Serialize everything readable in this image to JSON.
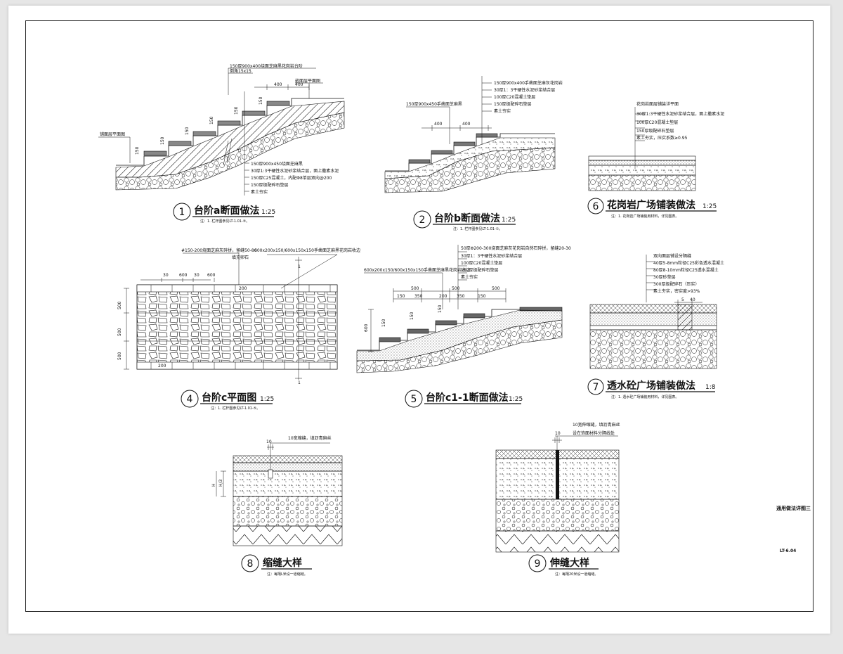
{
  "sheet": {
    "title": "通用做法详图三",
    "code": "LT-6.04"
  },
  "details": [
    {
      "num": "1",
      "title": "台阶a断面做法",
      "scale": "1:25",
      "note": "注：1. 栏杆图参见LT-1.01-⑤。",
      "labels": [
        "150厚900x400烧面芝麻黑花岗岩台阶",
        "倒角15x15",
        "嵌面层平面图",
        "150厚900x450烧面芝麻黑",
        "30厚1:3干硬性水泥砂浆结合层，面上撒素水泥",
        "150厚C25混凝土，内配Φ8单层双向@200",
        "150厚级配碎石垫层",
        "素土夯实",
        "铺面层平面图"
      ],
      "dims": [
        "400",
        "400",
        "150",
        "150",
        "150",
        "150",
        "150",
        "150"
      ]
    },
    {
      "num": "2",
      "title": "台阶b断面做法",
      "scale": "1:25",
      "note": "注：1. 栏杆图参见LT-1.01-①。",
      "labels": [
        "150厚900x400手凿面芝麻灰花岗岩",
        "30厚1：3干硬性水泥砂浆结合层",
        "100厚C20混凝土垫层",
        "150厚级配碎石垫层",
        "素土夯实",
        "150厚900x450手凿面芝麻黑"
      ],
      "dims": [
        "400",
        "400"
      ]
    },
    {
      "num": "6",
      "title": "花岗岩广场铺装做法",
      "scale": "1:25",
      "note": "注：1. 花岗岩广场铺装用材料，详见图表。",
      "labels": [
        "花岗岩面层铺装详平面",
        "30厚1:3干硬性水泥砂浆结合层，面上撒素水泥",
        "100厚C20混凝土垫层",
        "150厚级配碎石垫层",
        "素土夯实，压实系数≥0.95"
      ]
    },
    {
      "num": "4",
      "title": "台阶c平面图",
      "scale": "1:25",
      "note": "注：1. 栏杆图参见LT-1.01-⑤。",
      "labels": [
        "#150-200烧面芝麻灰碎拼，留缝50-80",
        "填充卵石",
        "600x200x150/600x150x150手凿面芝麻黑花岗岩收边",
        "1",
        "1"
      ],
      "dims": [
        "30",
        "600",
        "30",
        "600",
        "200",
        "500",
        "500",
        "500",
        "200"
      ]
    },
    {
      "num": "5",
      "title": "台阶c1-1断面做法",
      "scale": "1:25",
      "note": "",
      "labels": [
        "50厚Φ200-300烧面芝麻灰花岗岩自然石碎拼，留缝20-30",
        "30厚1：3干硬性水泥砂浆结合层",
        "100厚C20混凝土垫层",
        "150厚级配碎石垫层",
        "素土夯实",
        "600x200x150/600x150x150手凿面芝麻黑花岗岩收边"
      ],
      "dims": [
        "500",
        "500",
        "500",
        "150",
        "350",
        "200",
        "350",
        "150",
        "150",
        "150",
        "150",
        "600"
      ]
    },
    {
      "num": "7",
      "title": "透水砼广场铺装做法",
      "scale": "1:8",
      "note": "注：1. 透水砼广场铺装用材料，详见图表。",
      "labels": [
        "双向面层铺设分隔缝",
        "40厚5-8mm粒径C25彩色透水混凝土",
        "80厚8-10mm粒径C25透水混凝土",
        "30厚砂垫层",
        "300厚级配碎石（压实）",
        "素土夯实，密实度>93%"
      ],
      "dims": [
        "5",
        "40"
      ]
    },
    {
      "num": "8",
      "title": "缩缝大样",
      "scale": "",
      "note": "注：每隔L米设一道缩缝。",
      "labels": [
        "10宽缩缝，填沥青麻丝",
        "H/3",
        "H"
      ],
      "dims": [
        "10"
      ]
    },
    {
      "num": "9",
      "title": "伸缝大样",
      "scale": "",
      "note": "注：每隔20米设一道缩缝。",
      "labels": [
        "10宽伸缩缝，填沥青麻丝",
        "设在饰面材料分隔线处"
      ],
      "dims": [
        "10"
      ]
    }
  ],
  "colors": {
    "ink": "#111111",
    "paper": "#ffffff",
    "background": "#e6e6e6"
  }
}
